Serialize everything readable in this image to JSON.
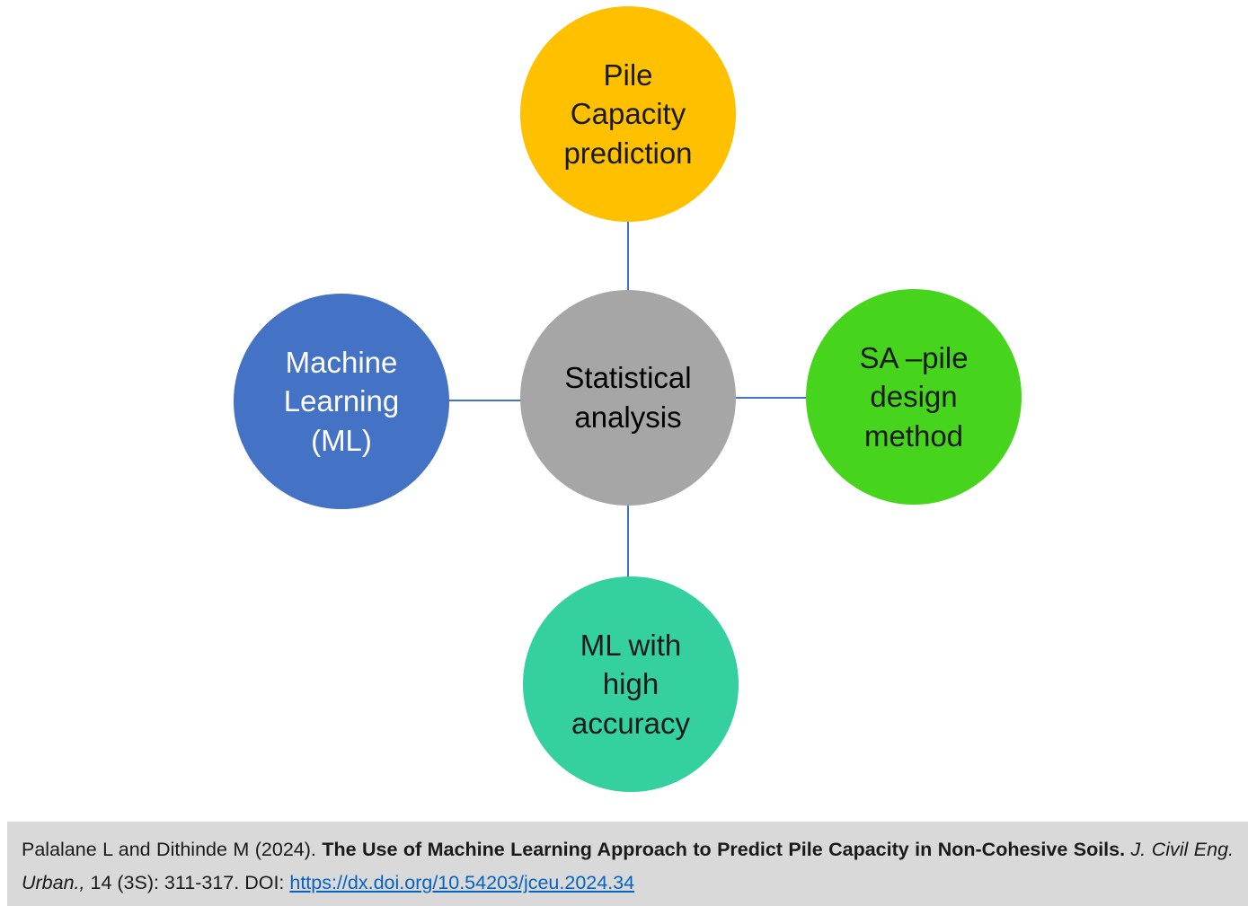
{
  "diagram": {
    "connector_color": "#4472C4",
    "center": {
      "label": "Statistical\nanalysis",
      "color": "#A6A6A6",
      "text_color": "#000000"
    },
    "nodes": {
      "top": {
        "label": "Pile\nCapacity\nprediction",
        "color": "#FFC000",
        "text_color": "#1a1a1a"
      },
      "left": {
        "label": "Machine\nLearning\n(ML)",
        "color": "#4472C4",
        "text_color": "#FFFFFF"
      },
      "right": {
        "label": "SA –pile\ndesign\nmethod",
        "color": "#47D41C",
        "text_color": "#1a1a1a"
      },
      "bottom": {
        "label": "ML with\nhigh\naccuracy",
        "color": "#35D0A0",
        "text_color": "#1a1a1a"
      }
    }
  },
  "citation": {
    "background": "#D9D9D9",
    "authors": "Palalane L and Dithinde M (2024). ",
    "title": "The Use of Machine Learning Approach to Predict Pile Capacity in Non-Cohesive Soils. ",
    "journal": "J. Civil Eng. Urban., ",
    "issue": "14 (3S): 311-317. DOI: ",
    "doi_link": "https://dx.doi.org/10.54203/jceu.2024.34",
    "link_color": "#0563C1"
  }
}
